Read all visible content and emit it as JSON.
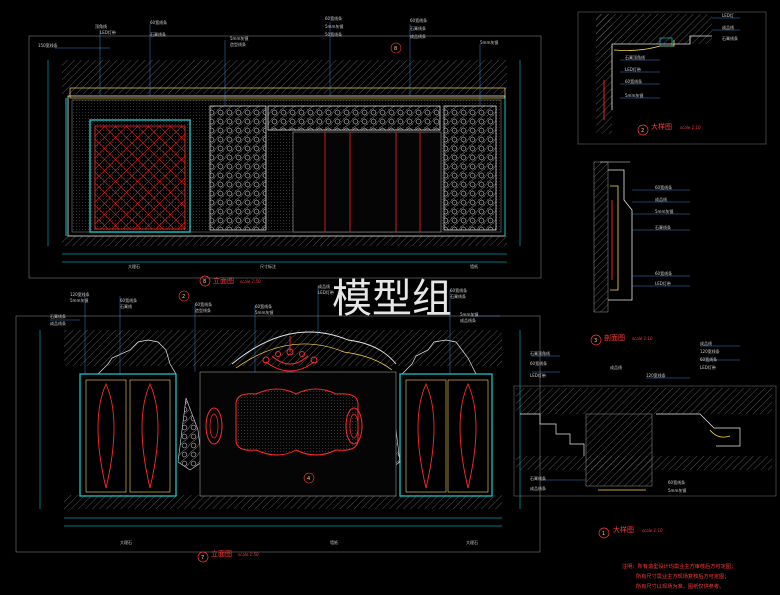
{
  "watermark": "模型组",
  "colors": {
    "background": "#000000",
    "frame": "#8a8a8a",
    "hatch": "#9a9a9a",
    "dimension": "#00e5ff",
    "leader": "#4da3ff",
    "cyan": "#19c2c2",
    "red": "#ff2a2a",
    "yellow": "#ffd94a",
    "magenta": "#d22bd2",
    "label": "#cfcfcf"
  },
  "views": {
    "elevation_top": {
      "number": "8",
      "title": "立面图",
      "scale": "scale 1:50"
    },
    "elevation_bottom": {
      "number": "7",
      "title": "立面图",
      "scale": "scale 1:50"
    },
    "detail_top_right": {
      "number": "2",
      "title": "大样图",
      "scale": "scale 1:10"
    },
    "section_right": {
      "number": "3",
      "title": "剖面图",
      "scale": "scale 1:10"
    },
    "detail_bottom": {
      "number": "1",
      "title": "大样图",
      "scale": "scale 1:10"
    }
  },
  "markers": {
    "elev_top_ref": "8",
    "elev_bottom_ref_a": "2",
    "elev_bottom_ref_b": "4"
  },
  "notes": [
    "注明：所有造型设计均需业主方审核后方可定图；",
    "所有尺寸需业主方现场复核后方可定图；",
    "所有尺寸以现场为准，图纸仅供参考。"
  ]
}
